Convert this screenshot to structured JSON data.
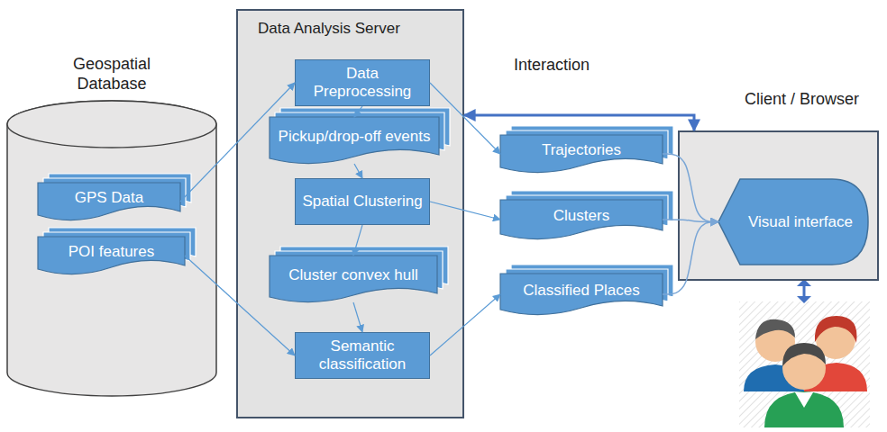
{
  "diagram": {
    "nodes": [
      {
        "text": [
          "Geospatial Database"
        ]
      },
      {
        "text": [
          "GPS Data"
        ],
        "in": 0
      },
      {
        "text": [
          "POI features"
        ],
        "in": 0
      },
      {
        "text": [
          "Data Analysis Server"
        ]
      },
      {
        "text": [
          "Data Preprocessing"
        ],
        "in": 3
      },
      {
        "text": [
          "Pickup/drop-off events"
        ],
        "in": 3
      },
      {
        "text": [
          "Spatial Clustering"
        ],
        "in": 3
      },
      {
        "text": [
          "Cluster convex hull"
        ],
        "in": 3
      },
      {
        "text": [
          "Semantic classification"
        ],
        "in": 3
      },
      {
        "text": [
          "Trajectories"
        ]
      },
      {
        "text": [
          "Clusters"
        ]
      },
      {
        "text": [
          "Classified Places"
        ]
      },
      {
        "text": [
          "Client / Browser"
        ]
      },
      {
        "text": [
          "Visual interface"
        ],
        "in": 12
      }
    ],
    "edges": [
      {
        "from": 1,
        "to": 4,
        "arrow": "to"
      },
      {
        "from": 2,
        "to": 8,
        "arrow": "to"
      },
      {
        "from": 4,
        "to": 5,
        "arrow": "to"
      },
      {
        "from": 5,
        "to": 6,
        "arrow": "to"
      },
      {
        "from": 6,
        "to": 7,
        "arrow": "to"
      },
      {
        "from": 7,
        "to": 8,
        "arrow": "to"
      },
      {
        "from": 4,
        "to": 9,
        "arrow": "to"
      },
      {
        "from": 6,
        "to": 10,
        "arrow": "to"
      },
      {
        "from": 8,
        "to": 11,
        "arrow": "to"
      },
      {
        "from": 9,
        "to": 13,
        "arrow": "to"
      },
      {
        "from": 10,
        "to": 13,
        "arrow": "to"
      },
      {
        "from": 11,
        "to": 13,
        "arrow": "to"
      },
      {
        "from": 3,
        "to": 12,
        "label": "Interaction",
        "arrow": "both"
      }
    ]
  }
}
